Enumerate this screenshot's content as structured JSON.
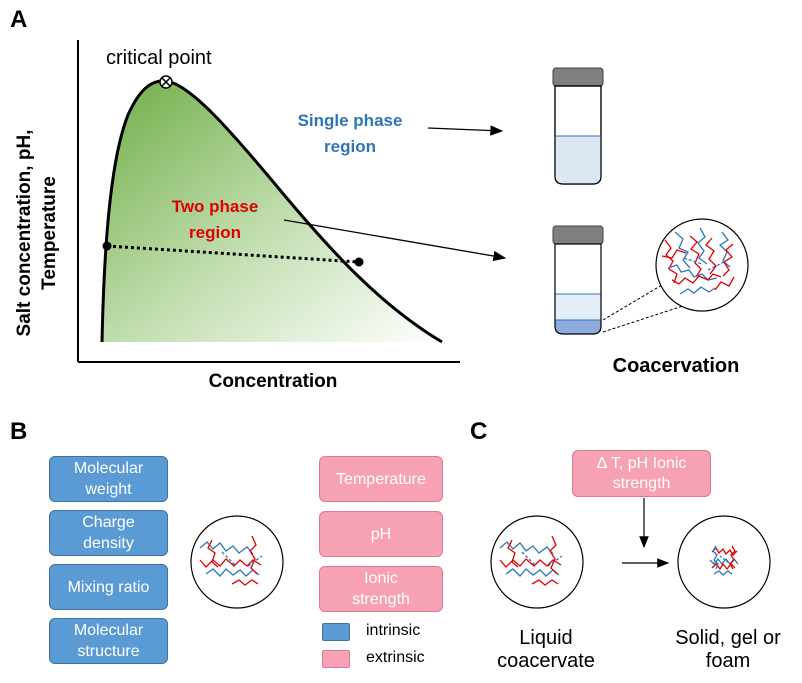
{
  "panels": {
    "a": "A",
    "b": "B",
    "c": "C"
  },
  "panel_a": {
    "y_axis_label_line1": "Salt concentration, pH,",
    "y_axis_label_line2": "Temperature",
    "x_axis_label": "Concentration",
    "critical_point_label": "critical point",
    "single_phase_line1": "Single phase",
    "single_phase_line2": "region",
    "two_phase_line1": "Two  phase",
    "two_phase_line2": "region",
    "coacervation_label": "Coacervation",
    "colors": {
      "single_phase": "#2e75b6",
      "two_phase": "#e00000",
      "curve_fill": "#70ad47"
    }
  },
  "panel_b": {
    "intrinsic_factors": [
      {
        "line1": "Molecular",
        "line2": "weight"
      },
      {
        "line1": "Charge",
        "line2": "density"
      },
      {
        "line1": "Mixing ratio",
        "line2": ""
      },
      {
        "line1": "Molecular",
        "line2": "structure"
      }
    ],
    "extrinsic_factors": [
      {
        "line1": "Temperature",
        "line2": ""
      },
      {
        "line1": "pH",
        "line2": ""
      },
      {
        "line1": "Ionic",
        "line2": "strength"
      }
    ],
    "legend": {
      "intrinsic": "intrinsic",
      "extrinsic": "extrinsic"
    },
    "colors": {
      "intrinsic": "#5b9bd5",
      "extrinsic": "#f7a1b4"
    }
  },
  "panel_c": {
    "trigger_line1": "Δ T, pH Ionic",
    "trigger_line2": "strength",
    "liquid_line1": "Liquid",
    "liquid_line2": "coacervate",
    "solid_line1": "Solid, gel or",
    "solid_line2": "foam"
  }
}
